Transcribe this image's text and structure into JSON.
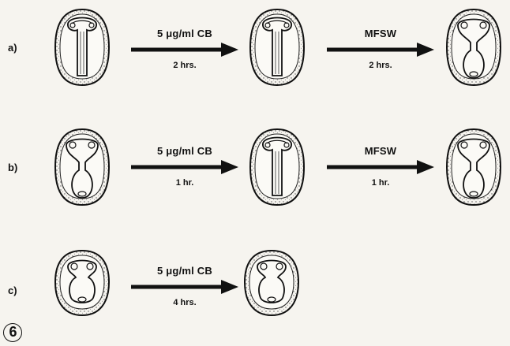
{
  "figure_number": "6",
  "rows": [
    {
      "label": "a)",
      "steps": [
        {
          "top": "5 μg/ml   CB",
          "bottom": "2 hrs."
        },
        {
          "top": "MFSW",
          "bottom": "2 hrs."
        }
      ]
    },
    {
      "label": "b)",
      "steps": [
        {
          "top": "5 μg/ml   CB",
          "bottom": "1 hr."
        },
        {
          "top": "MFSW",
          "bottom": "1 hr."
        }
      ]
    },
    {
      "label": "c)",
      "steps": [
        {
          "top": "5 μg/ml   CB",
          "bottom": "4 hrs."
        }
      ]
    }
  ],
  "colors": {
    "ink": "#111111",
    "stipple": "#555555",
    "background": "#f6f4ef"
  }
}
